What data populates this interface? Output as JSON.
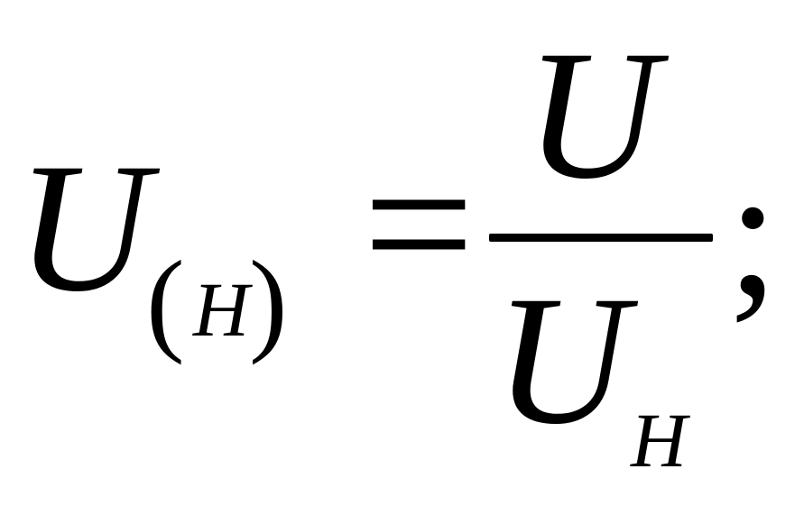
{
  "formula": {
    "lhs": {
      "symbol": "U",
      "open_paren": "(",
      "subscript": "H",
      "close_paren": ")"
    },
    "equals": "=",
    "rhs": {
      "numerator": "U",
      "denominator": {
        "symbol": "U",
        "subscript": "H"
      }
    },
    "terminator": ";"
  }
}
